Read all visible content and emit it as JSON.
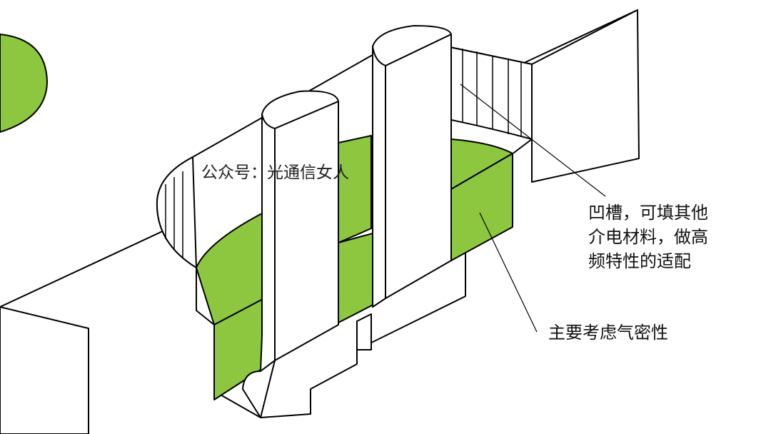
{
  "labels": {
    "groove": {
      "lines": [
        "凹槽，可填其他",
        "介电材料，做高",
        "频特性的适配"
      ]
    },
    "seal": "主要考虑气密性"
  },
  "watermark": "公众号：光通信女人",
  "colors": {
    "fill_green": "#8dc63f",
    "stroke": "#000000",
    "background": "#ffffff"
  }
}
